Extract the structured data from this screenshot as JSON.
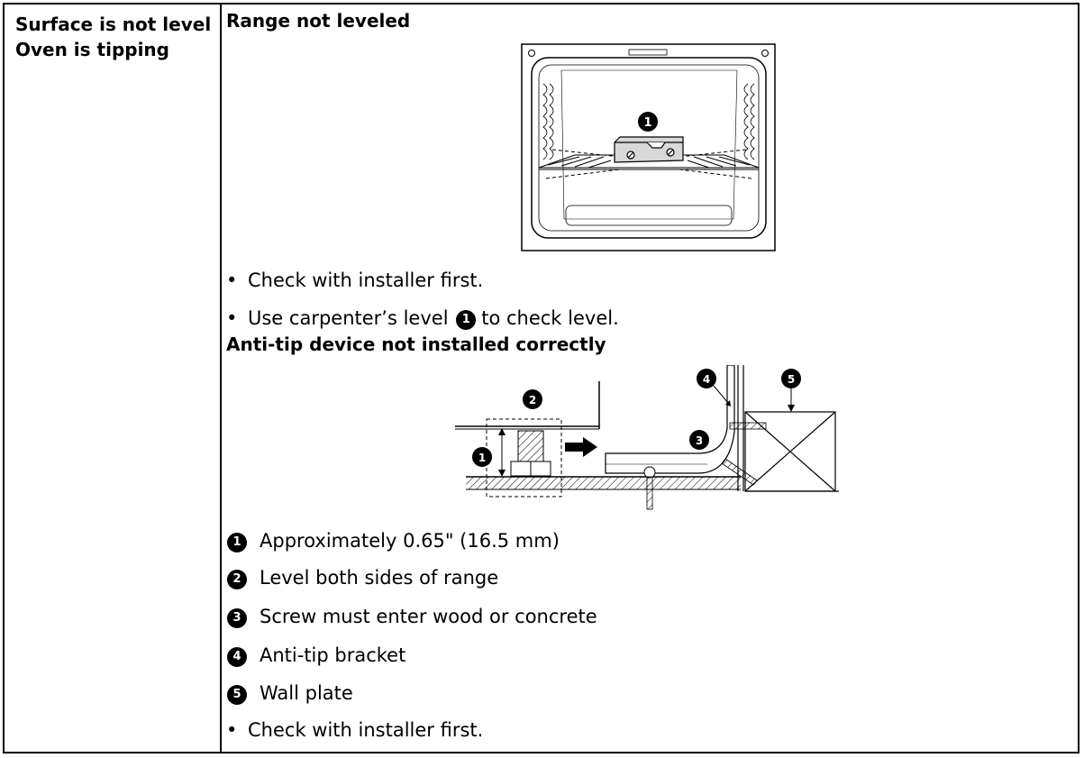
{
  "cause": {
    "line1": "Surface is not level",
    "line2": "Oven is tipping"
  },
  "section1": {
    "heading": "Range not leveled",
    "figure_callout": "1",
    "bullets": [
      {
        "text": "Check with installer first."
      },
      {
        "before": "Use carpenter’s level",
        "marker": "1",
        "after": "to check level."
      }
    ]
  },
  "section2": {
    "heading": "Anti-tip device not installed correctly",
    "figure_callouts": [
      "1",
      "2",
      "3",
      "4",
      "5"
    ],
    "items": [
      {
        "marker": "1",
        "text": "Approximately 0.65\" (16.5 mm)"
      },
      {
        "marker": "2",
        "text": "Level both sides of range"
      },
      {
        "marker": "3",
        "text": "Screw must enter wood or concrete"
      },
      {
        "marker": "4",
        "text": "Anti-tip bracket"
      },
      {
        "marker": "5",
        "text": "Wall plate"
      }
    ],
    "final_bullet": "Check with installer first."
  }
}
